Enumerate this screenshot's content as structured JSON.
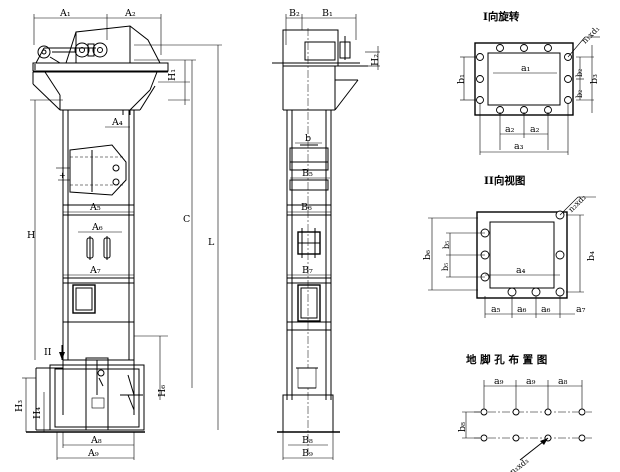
{
  "front_view": {
    "labels": {
      "a1": "A₁",
      "a2": "A₂",
      "h1": "H₁",
      "a4": "A₄",
      "a5": "A₅",
      "a6": "A₆",
      "a7": "A₇",
      "h": "H",
      "c": "C",
      "l": "L",
      "ii": "II",
      "h3": "H₃",
      "h4": "H₄",
      "h6": "H₆",
      "a8": "A₈",
      "a9": "A₉"
    }
  },
  "side_view": {
    "labels": {
      "b2": "B₂",
      "b1": "B₁",
      "h2": "H₂",
      "b": "b",
      "b5": "B₅",
      "b6": "B₆",
      "b7": "B₇",
      "b8": "B₈",
      "b9": "B₉"
    }
  },
  "view_i": {
    "title": "I向旋转",
    "labels": {
      "n1d1": "n₁xd₁",
      "a1": "a₁",
      "b1": "b₁",
      "b2": "b₂",
      "b3": "b₃",
      "a2_left": "a₂",
      "a2_right": "a₂",
      "a3": "a₃"
    }
  },
  "view_ii": {
    "title": "II向视图",
    "labels": {
      "n2d2": "n₂xd₂",
      "b5": "b₅",
      "b5_lower": "b₅",
      "b6": "b₆",
      "b4": "b₄",
      "a4": "a₄",
      "a5": "a₅",
      "a6_left": "a₆",
      "a6_right": "a₆",
      "a7": "a₇"
    }
  },
  "anchor_plan": {
    "title": "地 脚 孔 布 置 图",
    "labels": {
      "a9_left": "a₉",
      "a9_mid": "a₉",
      "a8": "a₈",
      "b8": "b₈",
      "n3d3": "n₃xd₃"
    }
  }
}
